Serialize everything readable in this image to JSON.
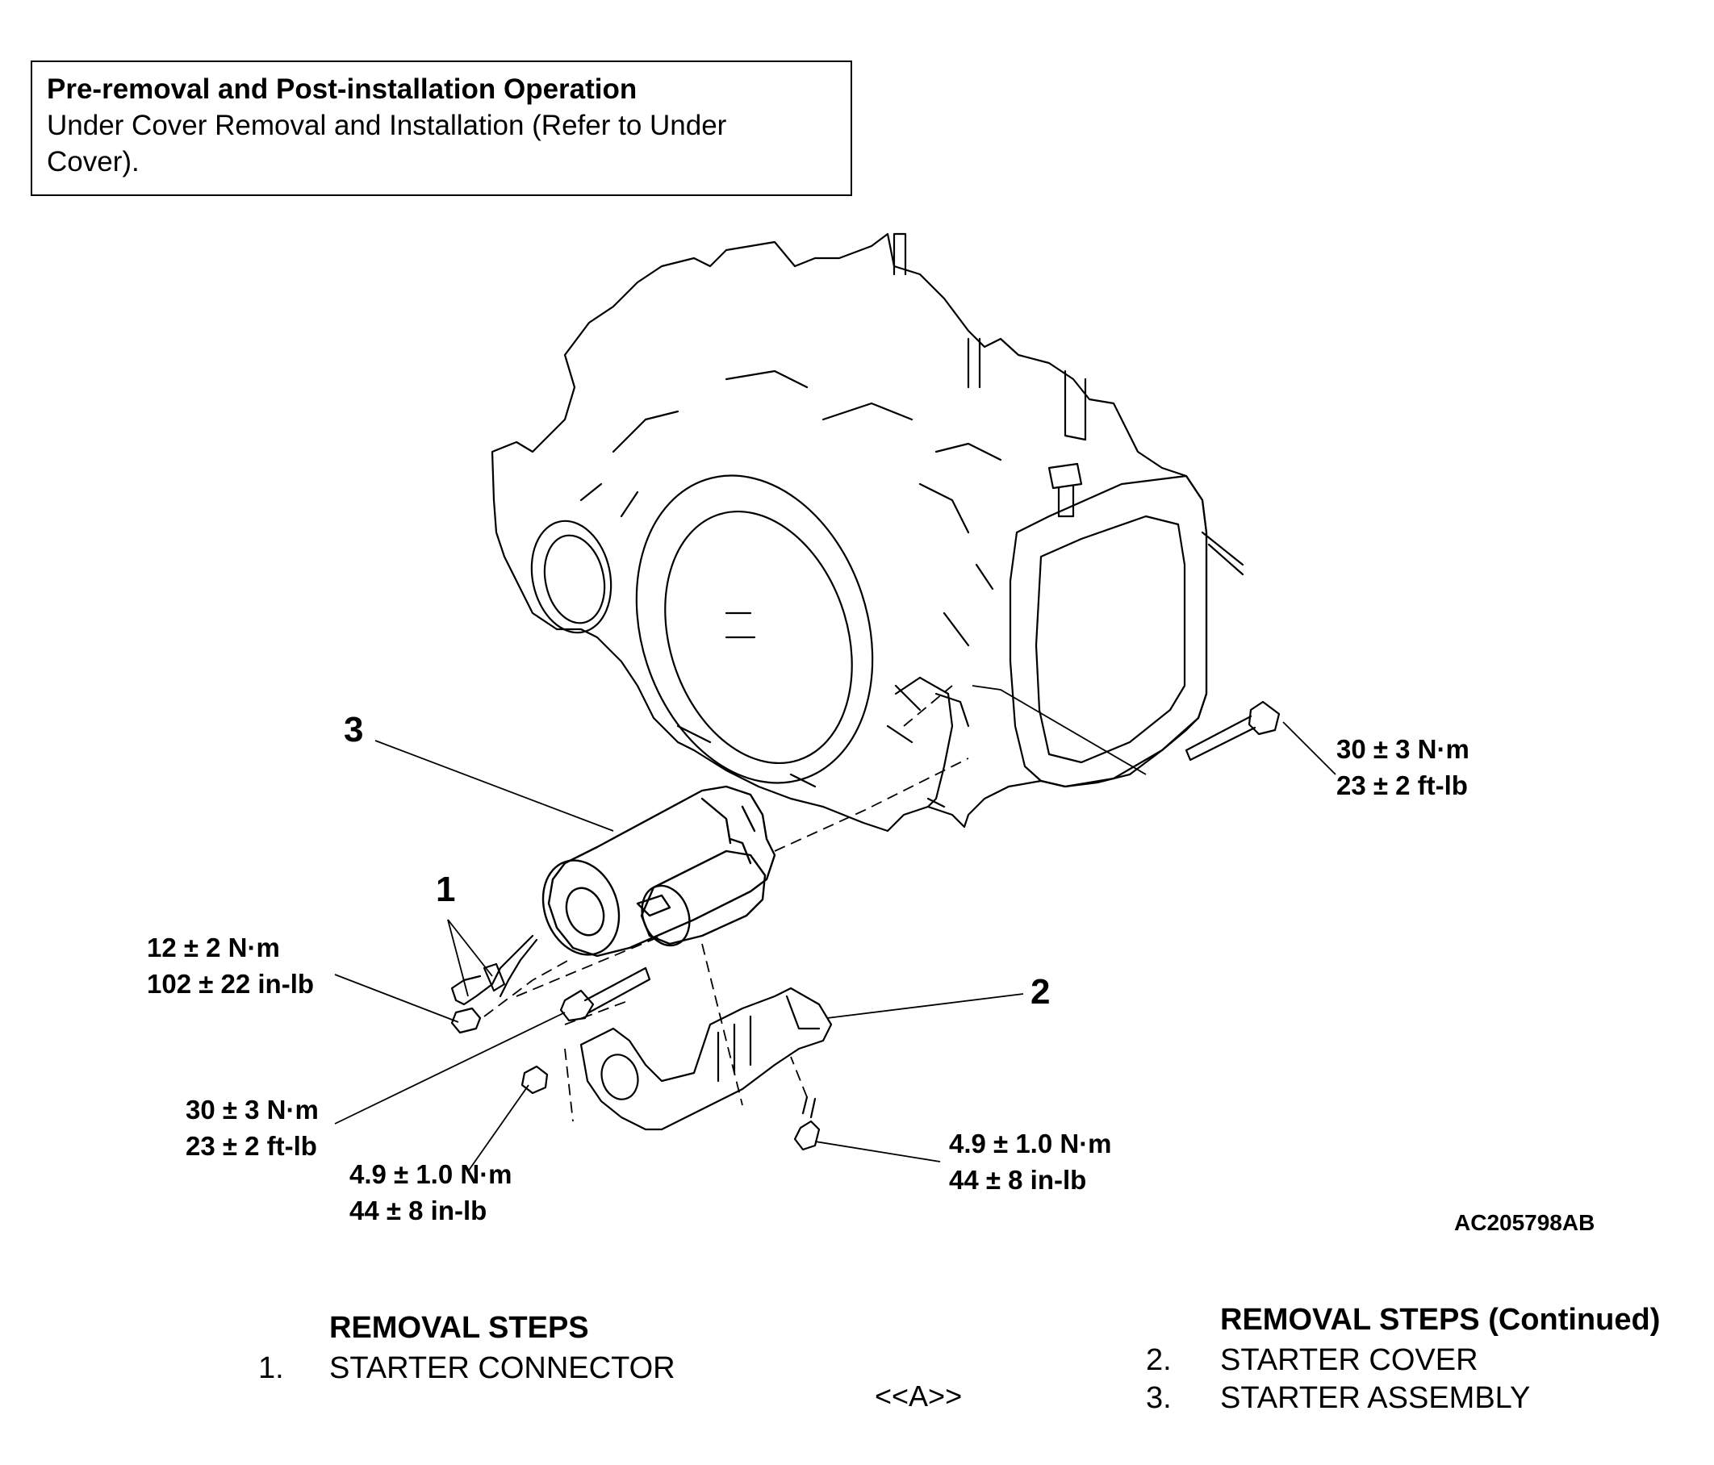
{
  "pre_operation": {
    "title": "Pre-removal and Post-installation Operation",
    "body": "Under Cover Removal and Installation (Refer to Under Cover)."
  },
  "callouts": {
    "c1": "1",
    "c2": "2",
    "c3": "3"
  },
  "torques": {
    "bolt_right": {
      "nm": "30 ± 3 N·m",
      "imperial": "23 ± 2 ft-lb"
    },
    "connector_nut": {
      "nm": "12 ± 2 N·m",
      "imperial": "102 ± 22 in-lb"
    },
    "starter_bolt": {
      "nm": "30 ± 3 N·m",
      "imperial": "23 ± 2 ft-lb"
    },
    "cover_nut": {
      "nm": "4.9 ± 1.0 N·m",
      "imperial": "44 ± 8 in-lb"
    },
    "cover_bolt": {
      "nm": "4.9 ± 1.0 N·m",
      "imperial": "44 ± 8 in-lb"
    }
  },
  "figure_id": "AC205798AB",
  "removal_steps": {
    "heading": "REMOVAL STEPS",
    "heading_continued": "REMOVAL STEPS (Continued)",
    "items": [
      {
        "num": "1.",
        "label": "STARTER CONNECTOR"
      },
      {
        "num": "2.",
        "label": "STARTER COVER"
      },
      {
        "num": "3.",
        "label": "STARTER ASSEMBLY"
      }
    ],
    "reference": "<<A>>"
  }
}
